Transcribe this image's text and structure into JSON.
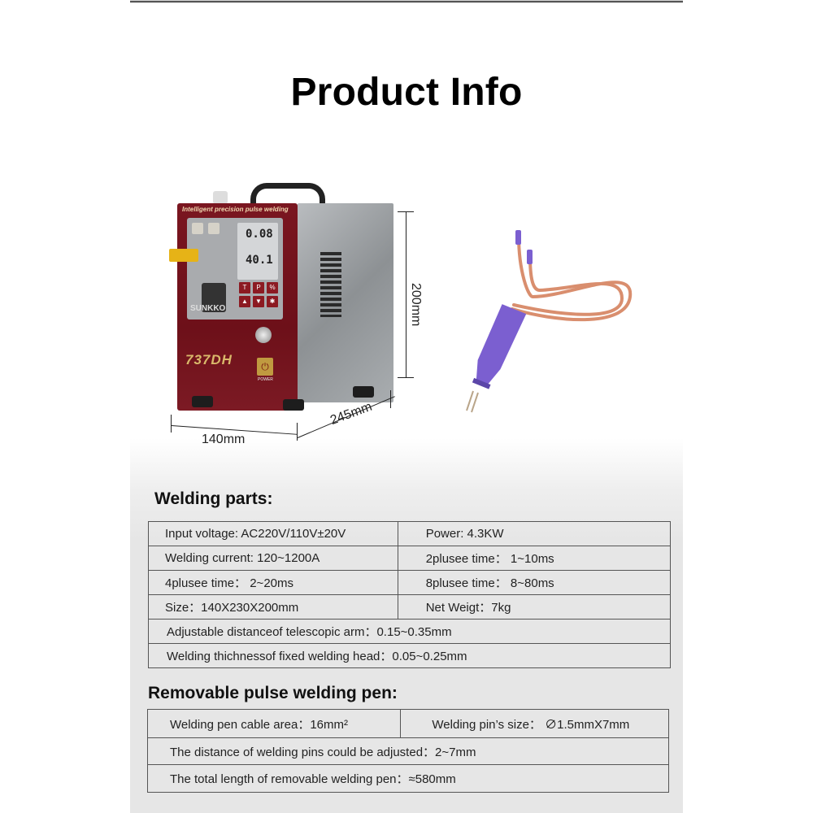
{
  "page": {
    "title": "Product Info"
  },
  "machine_image": {
    "strip_text": "Intelligent precision pulse welding",
    "display_top": "0.08",
    "display_bottom": "40.1",
    "buttons": [
      "T",
      "P",
      "%",
      "▲",
      "▼",
      "✱"
    ],
    "brand": "SUNKKO",
    "model": "737DH",
    "power_label": "POWER",
    "dimensions": {
      "height": "200mm",
      "width": "140mm",
      "depth": "245mm"
    }
  },
  "pen_image": {
    "description": "Removable pulse welding pen with copper cables"
  },
  "welding_parts": {
    "heading": "Welding parts:",
    "rows": [
      [
        "Input voltage:   AC220V/110V±20V",
        "Power:   4.3KW"
      ],
      [
        "Welding current:   120~1200A",
        "2plusee time：   1~10ms"
      ],
      [
        "4plusee time：  2~20ms",
        "8plusee time：   8~80ms"
      ],
      [
        "Size：140X230X200mm",
        "Net Weigt：7kg"
      ],
      [
        "Adjustable distanceof telescopic arm：0.15~0.35mm"
      ],
      [
        "Welding thichnessof fixed welding head：0.05~0.25mm"
      ]
    ]
  },
  "pen_specs": {
    "heading": "Removable pulse welding pen:",
    "rows": [
      [
        "Welding pen cable area：16mm²",
        "Welding pin’s  size：  ∅1.5mmX7mm"
      ],
      [
        "The distance of welding pins could be adjusted：2~7mm"
      ],
      [
        "The total length of removable welding pen：≈580mm"
      ]
    ]
  },
  "colors": {
    "machine_red": "#7a1620",
    "pen_purple": "#7b5fd0",
    "cable_copper": "#d98e6e",
    "table_border": "#555555",
    "lower_bg": "#e6e6e6"
  }
}
